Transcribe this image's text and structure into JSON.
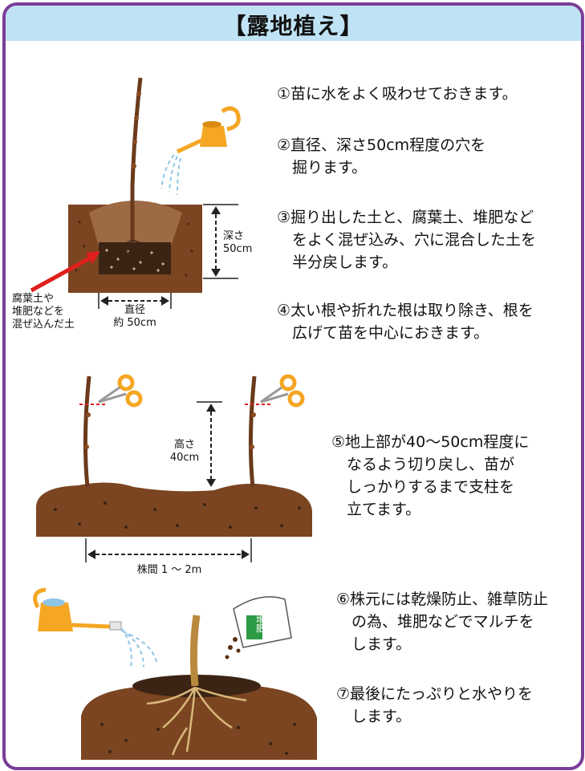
{
  "title": "【露地植え】",
  "colors": {
    "frame": "#7a3d98",
    "header": "#bfe3f4",
    "soil": "#7b4522",
    "soil_dark": "#3b2414",
    "arrow": "#e0201c",
    "can": "#f5a623"
  },
  "steps": [
    "①苗に水をよく吸わせておきます。",
    "②直径、深さ50cm程度の穴を\n　掘ります。",
    "③掘り出した土と、腐葉土、堆肥など\n　をよく混ぜ込み、穴に混合した土を\n　半分戻します。",
    "④太い根や折れた根は取り除き、根を\n　広げて苗を中心におきます。",
    "⑤地上部が40～50cm程度に\n　なるよう切り戻し、苗が\n　しっかりするまで支柱を\n　立てます。",
    "⑥株元には乾燥防止、雑草防止\n　の為、堆肥などでマルチを\n　します。",
    "⑦最後にたっぷりと水やりを\n　します。"
  ],
  "labels": {
    "depth": "深さ\n50cm",
    "diameter": "直径\n約 50cm",
    "mix": "腐葉土や\n堆肥などを\n混ぜ込んだ土",
    "height": "高さ\n40cm",
    "spacing": "株間 1 ～ 2m",
    "bag": "堆肥"
  }
}
